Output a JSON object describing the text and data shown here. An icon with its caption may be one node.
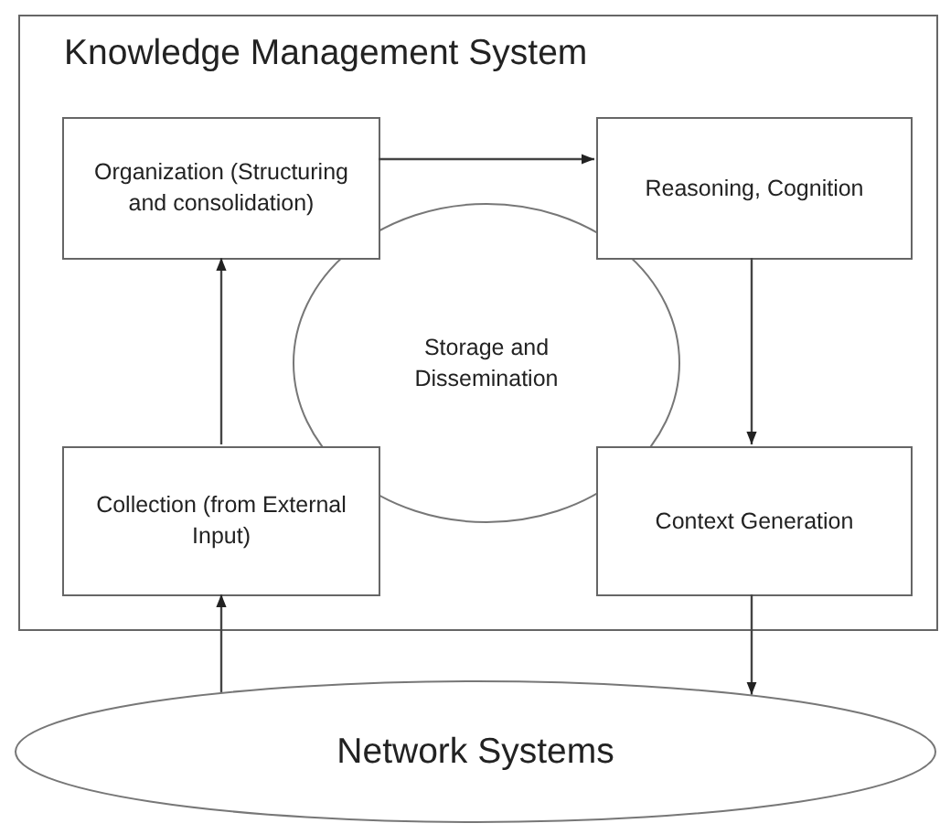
{
  "diagram": {
    "nodes": [
      {
        "text": [
          "Knowledge Management System"
        ]
      },
      {
        "text": [
          "Organization (Structuring and consolidation)"
        ],
        "in": 0
      },
      {
        "text": [
          "Reasoning, Cognition"
        ],
        "in": 0
      },
      {
        "text": [
          "Storage and Dissemination"
        ],
        "in": 0
      },
      {
        "text": [
          "Collection (from External Input)"
        ],
        "in": 0
      },
      {
        "text": [
          "Context Generation"
        ],
        "in": 0
      },
      {
        "text": [
          "Network Systems"
        ]
      }
    ],
    "edges": [
      {
        "from": 1,
        "to": 2,
        "arrow": "to"
      },
      {
        "from": 4,
        "to": 1,
        "arrow": "to"
      },
      {
        "from": 2,
        "to": 5,
        "arrow": "to"
      },
      {
        "from": 6,
        "to": 4,
        "arrow": "to"
      },
      {
        "from": 5,
        "to": 6,
        "arrow": "to"
      }
    ]
  }
}
